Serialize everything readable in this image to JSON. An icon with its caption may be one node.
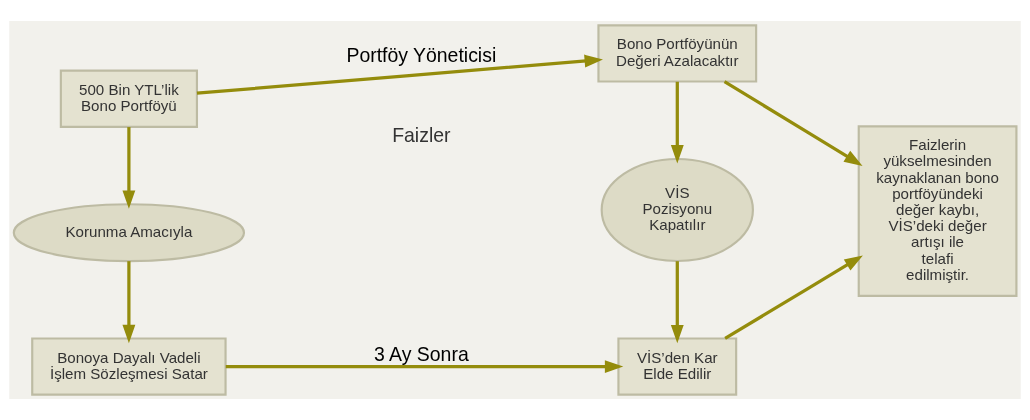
{
  "diagram": {
    "nodes": [
      {
        "text": [
          "500 Bin YTL’lik Bono Portföyü"
        ]
      },
      {
        "text": [
          "Korunma Amacıyla"
        ]
      },
      {
        "text": [
          "Bonoya Dayalı Vadeli İşlem Sözleşmesi Satar"
        ]
      },
      {
        "text": [
          "Bono Portföyünün Değeri Azalacaktır"
        ]
      },
      {
        "text": [
          "VİS Pozisyonu Kapatılır"
        ]
      },
      {
        "text": [
          "VİS’den Kar Elde Edilir"
        ]
      },
      {
        "text": [
          "Faizlerin yükselmesinden kaynaklanan bono portföyündeki değer kaybı, VİS’deki değer artışı ile telafi edilmiştir."
        ]
      }
    ],
    "edges": [
      {
        "from": 0,
        "to": 1,
        "arrow": "to"
      },
      {
        "from": 1,
        "to": 2,
        "arrow": "to"
      },
      {
        "from": 0,
        "to": 3,
        "arrow": "to",
        "label": "Portföy Yöneticisi"
      },
      {
        "from": 3,
        "to": 4,
        "arrow": "to"
      },
      {
        "from": 4,
        "to": 5,
        "arrow": "to"
      },
      {
        "from": 2,
        "to": 5,
        "arrow": "to",
        "label": "3 Ay Sonra"
      },
      {
        "from": 3,
        "to": 6,
        "arrow": "to"
      },
      {
        "from": 5,
        "to": 6,
        "arrow": "to"
      }
    ],
    "labels": [
      "Faizler"
    ]
  }
}
